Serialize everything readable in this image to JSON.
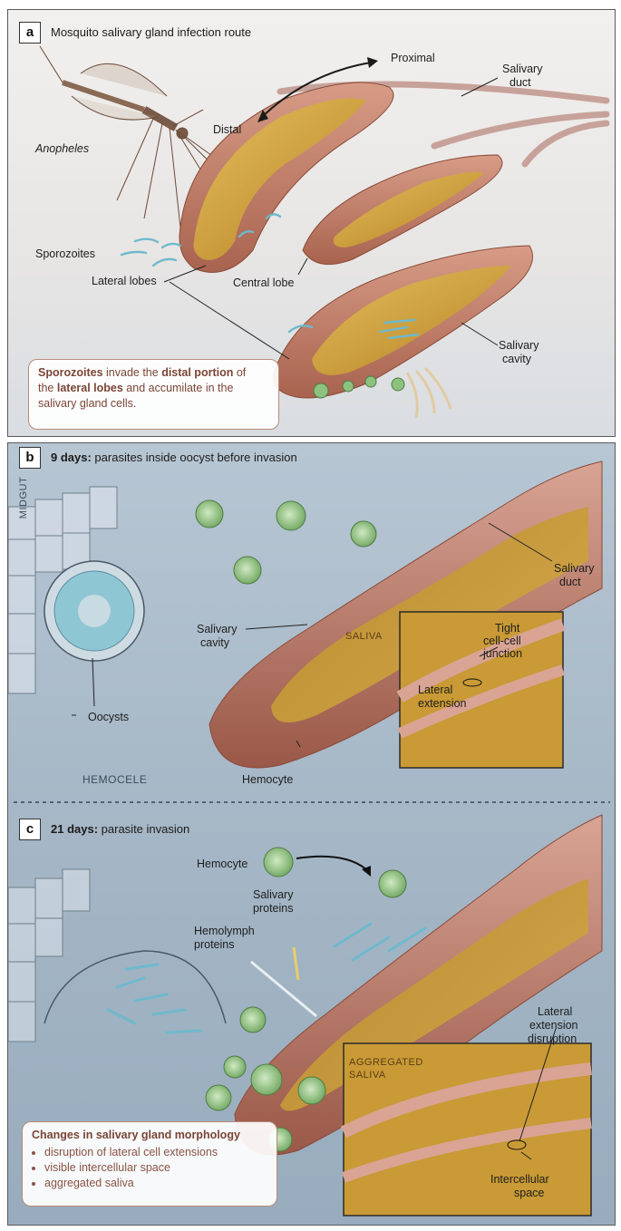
{
  "panel_a": {
    "badge": "a",
    "title": "Mosquito salivary gland infection route",
    "labels": {
      "proximal": "Proximal",
      "distal": "Distal",
      "salivary_duct_1": "Salivary",
      "salivary_duct_2": "duct",
      "anopheles": "Anopheles",
      "sporozoites": "Sporozoites",
      "central_lobe": "Central lobe",
      "lateral_lobes": "Lateral lobes",
      "salivary_cavity_1": "Salivary",
      "salivary_cavity_2": "cavity"
    },
    "note": {
      "p1": "Sporozoites",
      "p2": " invade the ",
      "p3": "distal portion",
      "p4": " of",
      "p5": "the ",
      "p6": "lateral lobes",
      "p7": " and accumilate in the",
      "p8": "salivary gland cells."
    }
  },
  "panel_b": {
    "badge": "b",
    "title_bold": "9 days:",
    "title_rest": " parasites inside oocyst before invasion",
    "labels": {
      "midgut": "MIDGUT",
      "salivary_cavity_1": "Salivary",
      "salivary_cavity_2": "cavity",
      "saliva": "SALIVA",
      "salivary_duct_1": "Salivary",
      "salivary_duct_2": "duct",
      "tight_1": "Tight",
      "tight_2": "cell-cell",
      "tight_3": "junction",
      "lateral_1": "Lateral",
      "lateral_2": "extension",
      "oocysts": "Oocysts",
      "hemocele": "HEMOCELE",
      "hemocyte": "Hemocyte"
    }
  },
  "panel_c": {
    "badge": "c",
    "title_bold": "21 days:",
    "title_rest": " parasite invasion",
    "labels": {
      "hemocyte": "Hemocyte",
      "salivary_proteins_1": "Salivary",
      "salivary_proteins_2": "proteins",
      "hemolymph_1": "Hemolymph",
      "hemolymph_2": "proteins",
      "lat_dis_1": "Lateral",
      "lat_dis_2": "extension",
      "lat_dis_3": "disruption",
      "aggregated_1": "AGGREGATED",
      "aggregated_2": "SALIVA",
      "intercellular_1": "Intercellular",
      "intercellular_2": "space"
    },
    "note": {
      "title": "Changes in salivary gland morphology",
      "items": [
        "disruption of lateral cell extensions",
        "visible intercellular space",
        "aggregated saliva"
      ]
    }
  },
  "colors": {
    "gland_outer": "#c98a78",
    "gland_inner": "#c99a2c",
    "saliva": "#d7a93c",
    "sporozoite": "#7cc3d3",
    "hemocyte": "#8cc27e",
    "note_border": "#b98a78",
    "note_text": "#7a4536"
  }
}
